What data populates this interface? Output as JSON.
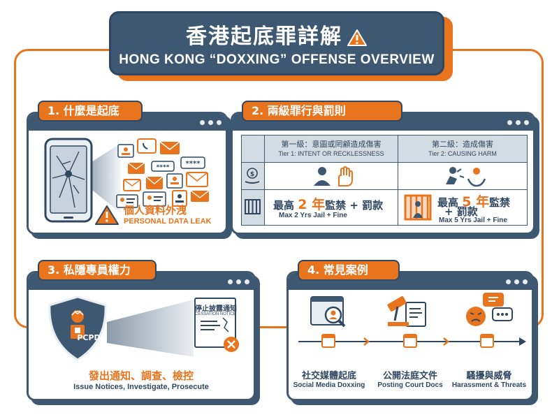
{
  "header": {
    "title_zh": "香港起底罪詳解",
    "title_en": "HONG KONG “DOXXING” OFFENSE OVERVIEW"
  },
  "colors": {
    "accent": "#e8741e",
    "navy": "#3e5872",
    "light": "#d3dbe3"
  },
  "section1": {
    "tab": "1. 什麼是起底",
    "leak_zh": "個人資料外洩",
    "leak_en": "PERSONAL DATA LEAK",
    "icons": [
      "shattered-phone-icon",
      "contact-card-icon",
      "email-icon",
      "phone-chat-icon",
      "password-icon",
      "warning-icon"
    ],
    "password_mask": "****"
  },
  "section2": {
    "tab": "2. 兩級罪行與罰則",
    "tier1_zh": "第一級：意圖或罔顧造成傷害",
    "tier1_en": "Tier 1: INTENT OR RECKLESSNESS",
    "tier2_zh": "第二級：造成傷害",
    "tier2_en": "Tier 2: CAUSING HARM",
    "p1_pre": "最高",
    "p1_num": "2 年",
    "p1_post": "監禁 + 罰款",
    "p1_en": "Max 2 Yrs Jail + Fine",
    "p2_pre": "最高",
    "p2_num": "5 年",
    "p2_post": "監禁",
    "p2_post2": "+ 罰款",
    "p2_en": "Max 5 Yrs Jail + Fine"
  },
  "section3": {
    "tab": "3. 私隱專員權力",
    "badge": "PCPD",
    "notice_zh": "停止披露通知",
    "notice_en": "CESSATION NOTICE",
    "power_zh": "發出通知、調查、檢控",
    "power_en": "Issue Notices, Investigate, Prosecute"
  },
  "section4": {
    "tab": "4. 常見案例",
    "cases": [
      {
        "zh": "社交媒體起底",
        "en": "Social Media Doxxing"
      },
      {
        "zh": "公開法庭文件",
        "en": "Posting Court Docs"
      },
      {
        "zh": "騷擾與威脅",
        "en": "Harassment & Threats"
      }
    ]
  }
}
